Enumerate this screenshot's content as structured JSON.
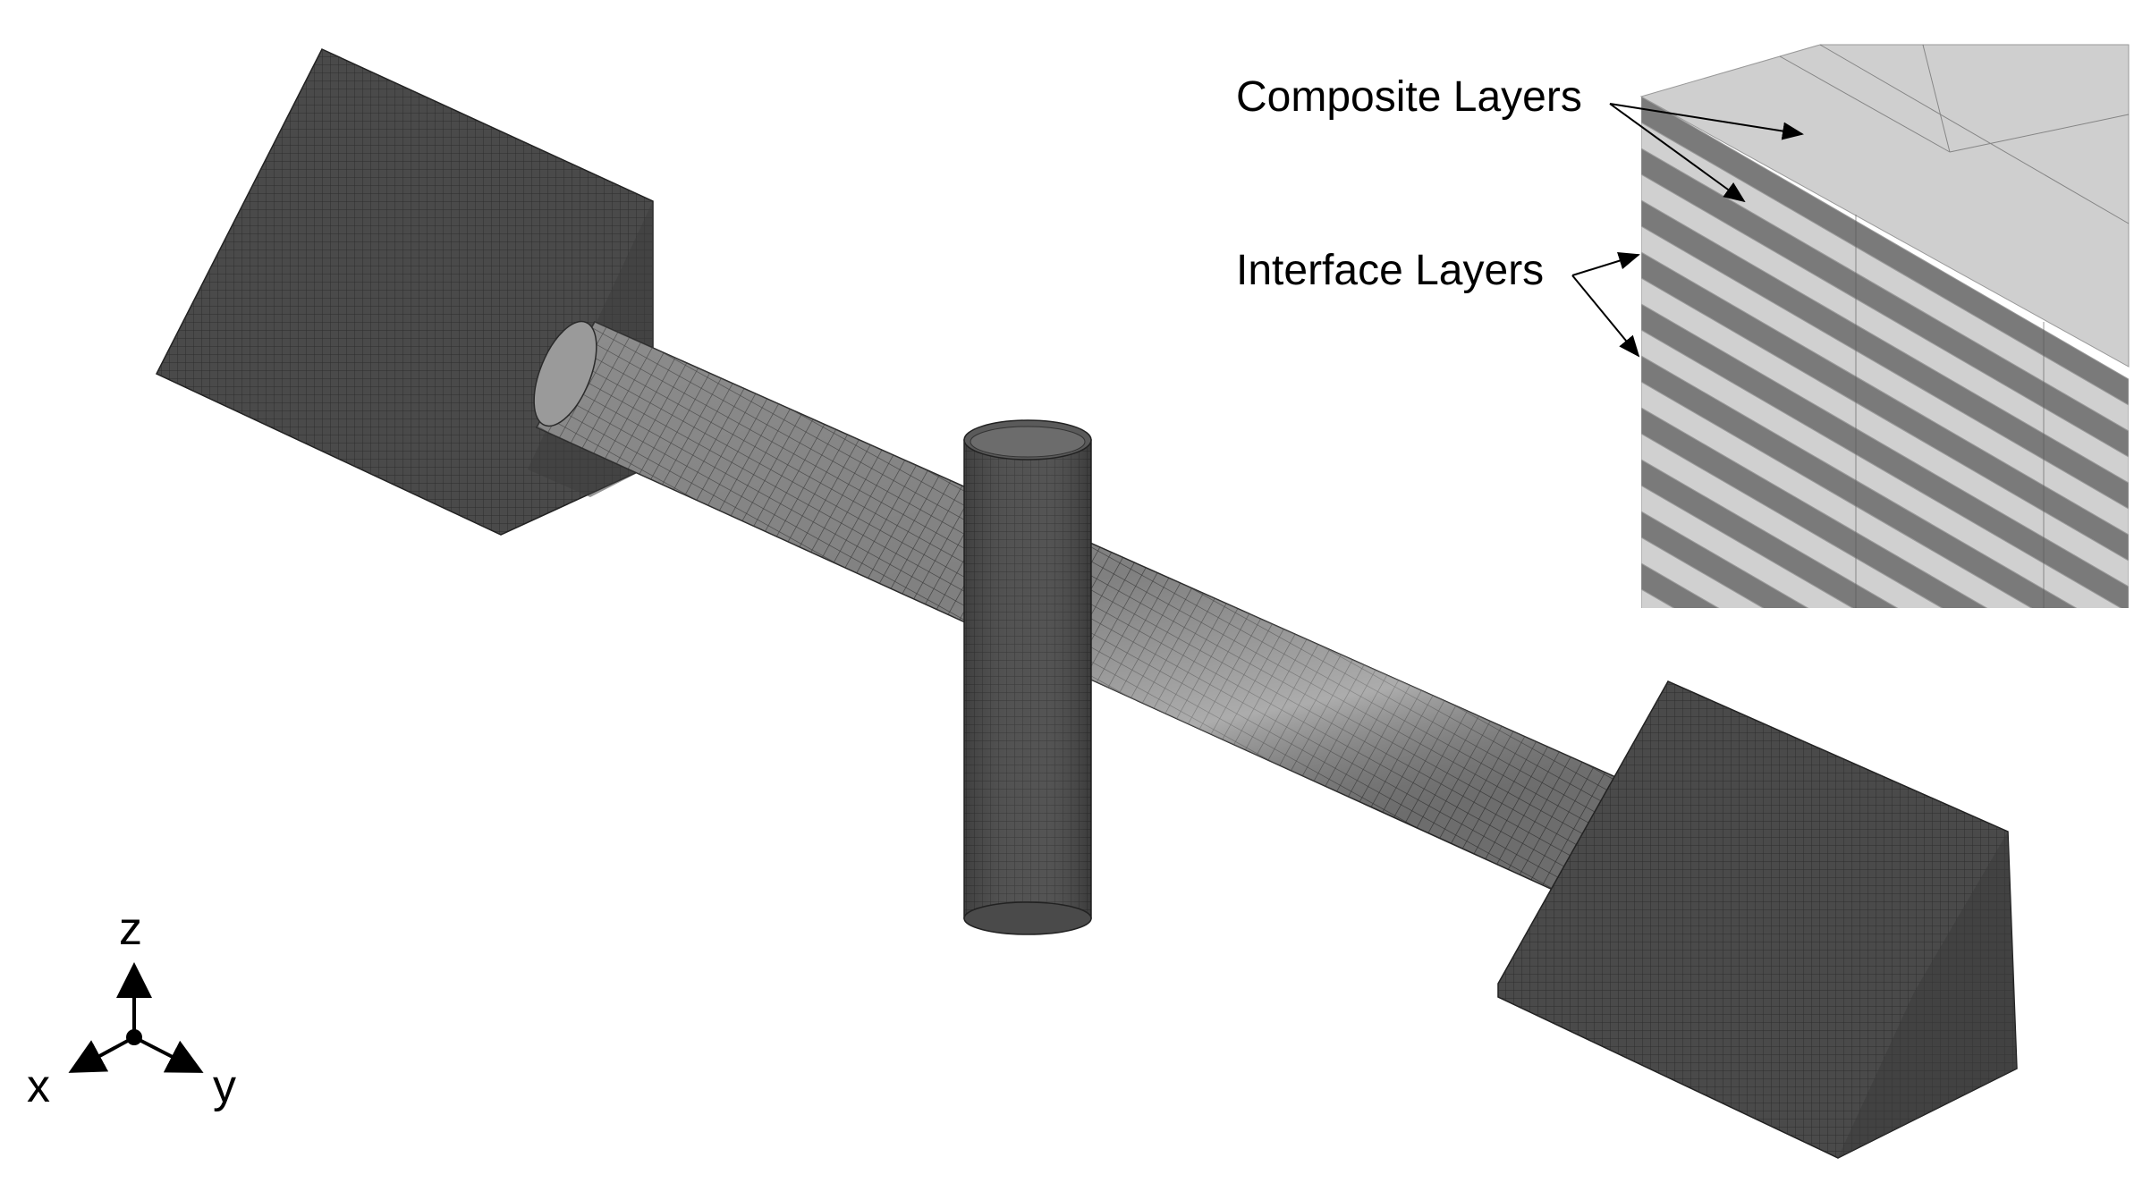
{
  "callouts": {
    "composite": "Composite Layers",
    "interface": "Interface Layers"
  },
  "axes": {
    "z": "z",
    "x": "x",
    "y": "y"
  },
  "colors": {
    "mesh_dark": "#4a4a4a",
    "mesh_line": "#2a2a2a",
    "tube_light": "#8c8c8c",
    "layer_dark": "#7a7a7a",
    "layer_light": "#d0d0d0",
    "layer_top": "#cfcfcf",
    "background": "#ffffff"
  }
}
